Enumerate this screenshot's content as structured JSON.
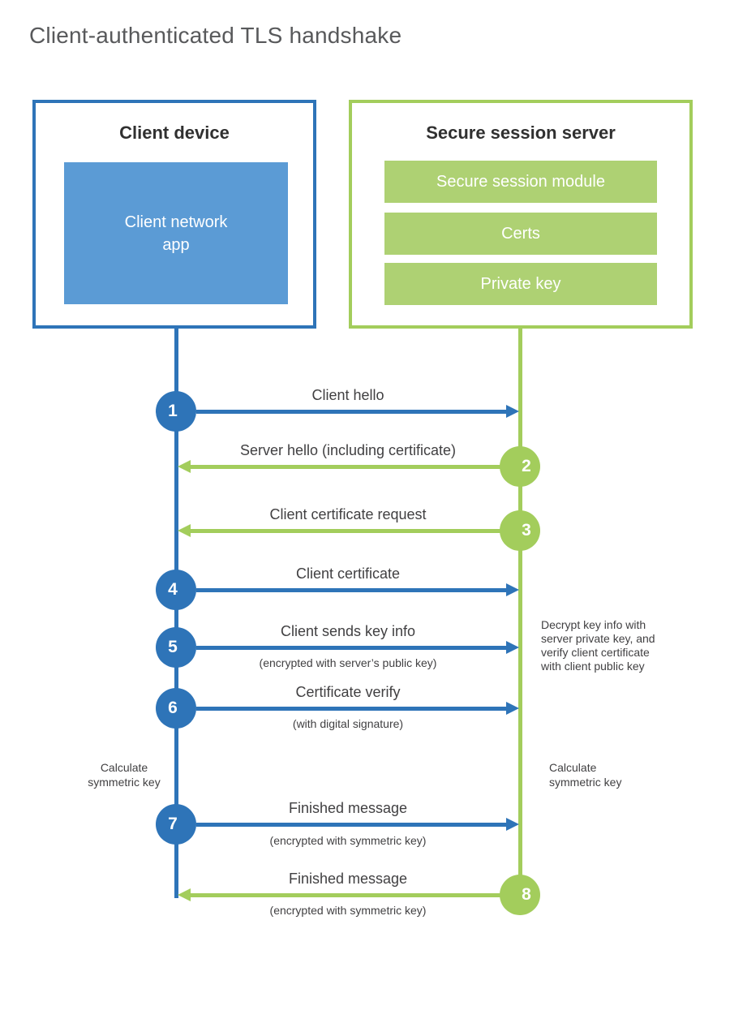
{
  "title": "Client-authenticated TLS handshake",
  "client_box": {
    "title": "Client device",
    "app_label": "Client network\napp"
  },
  "server_box": {
    "title": "Secure session server",
    "modules": [
      "Secure session module",
      "Certs",
      "Private key"
    ]
  },
  "steps": [
    {
      "num": "1",
      "label": "Client hello",
      "direction": "client-to-server"
    },
    {
      "num": "2",
      "label": "Server hello (including certificate)",
      "direction": "server-to-client"
    },
    {
      "num": "3",
      "label": "Client certificate request",
      "direction": "server-to-client"
    },
    {
      "num": "4",
      "label": "Client certificate",
      "direction": "client-to-server"
    },
    {
      "num": "5",
      "label": "Client sends key info",
      "sublabel": "(encrypted with server’s public key)",
      "direction": "client-to-server"
    },
    {
      "num": "6",
      "label": "Certificate verify",
      "sublabel": "(with digital signature)",
      "direction": "client-to-server"
    },
    {
      "num": "7",
      "label": "Finished message",
      "sublabel": "(encrypted with symmetric key)",
      "direction": "client-to-server"
    },
    {
      "num": "8",
      "label": "Finished message",
      "sublabel": "(encrypted with symmetric key)",
      "direction": "server-to-client"
    }
  ],
  "annotations": {
    "decrypt_note": "Decrypt key info with\nserver private key, and\nverify client certificate\nwith client public key",
    "calc_symmetric_left": "Calculate\nsymmetric key",
    "calc_symmetric_right": "Calculate\nsymmetric key"
  },
  "colors": {
    "blue": "#2e74b8",
    "light_blue": "#5b9bd5",
    "green": "#a3cd5c",
    "green_fill": "#aed173",
    "heading_text": "#303030",
    "label_text": "#414042",
    "title_text": "#58595b"
  }
}
